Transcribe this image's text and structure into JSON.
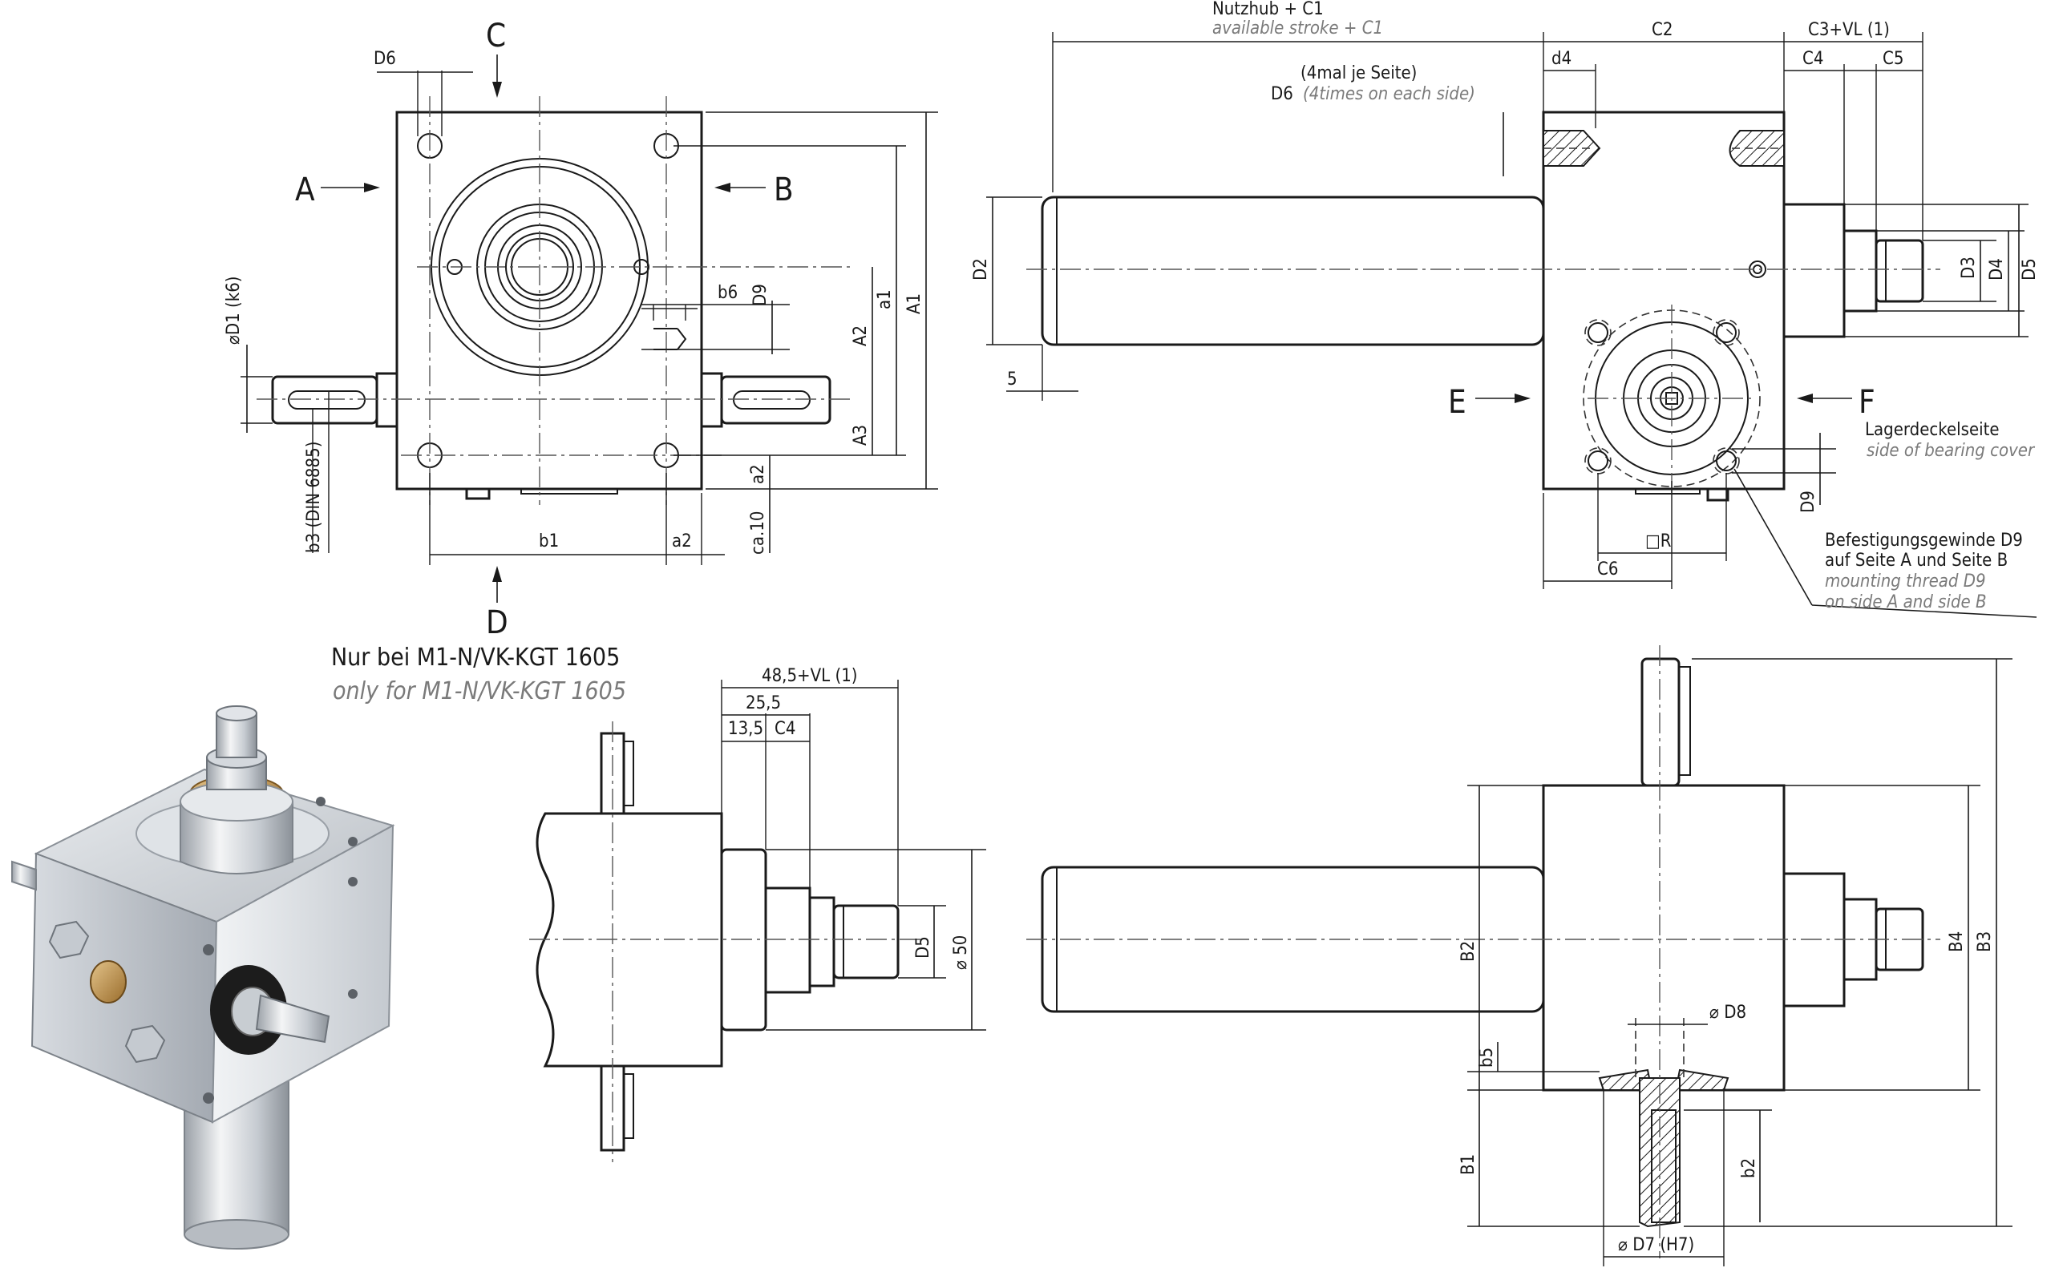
{
  "view_arrows": [
    "A",
    "B",
    "C",
    "D",
    "E",
    "F"
  ],
  "labels": {
    "d6": "D6",
    "d1_k6": "⌀D1 (k6)",
    "b6": "b6",
    "d9": "D9",
    "a2": "A2",
    "a1_small": "a1",
    "a1_big": "A1",
    "a3": "A3",
    "a2_small": "a2",
    "b3_din": "b3 (DIN 6885)",
    "b1": "b1",
    "a2_bottom": "a2",
    "ca10": "ca.10",
    "d2": "D2",
    "five": "5",
    "d4_small": "d4",
    "c2": "C2",
    "c3_vl": "C3+VL (1)",
    "c4": "C4",
    "c5": "C5",
    "d3": "D3",
    "d4": "D4",
    "d5": "D5",
    "d9_side": "D9",
    "r_square": "□R",
    "c6": "C6",
    "dim_48_5": "48,5+VL (1)",
    "dim_25_5": "25,5",
    "dim_13_5": "13,5",
    "c4_detail": "C4",
    "d5_detail": "D5",
    "d50": "⌀ 50",
    "b2_big": "B2",
    "b4": "B4",
    "b3": "B3",
    "d8": "⌀ D8",
    "b5": "b5",
    "b1_side": "B1",
    "b2_small": "b2",
    "d7_h7": "⌀ D7 (H7)"
  },
  "notes": {
    "stroke_de": "Nutzhub + C1",
    "stroke_en": "available stroke + C1",
    "d6_count_de": "(4mal je Seite)",
    "d6_label": "D6",
    "d6_count_en": "(4times on each side)",
    "bearing_de": "Lagerdeckelseite",
    "bearing_en": "side of bearing cover",
    "thread_de_1": "Befestigungsgewinde D9",
    "thread_de_2": "auf Seite A und Seite B",
    "thread_en_1": "mounting thread D9",
    "thread_en_2": "on side A and side B",
    "only_de": "Nur bei M1-N/VK-KGT 1605",
    "only_en": "only for M1-N/VK-KGT 1605"
  }
}
